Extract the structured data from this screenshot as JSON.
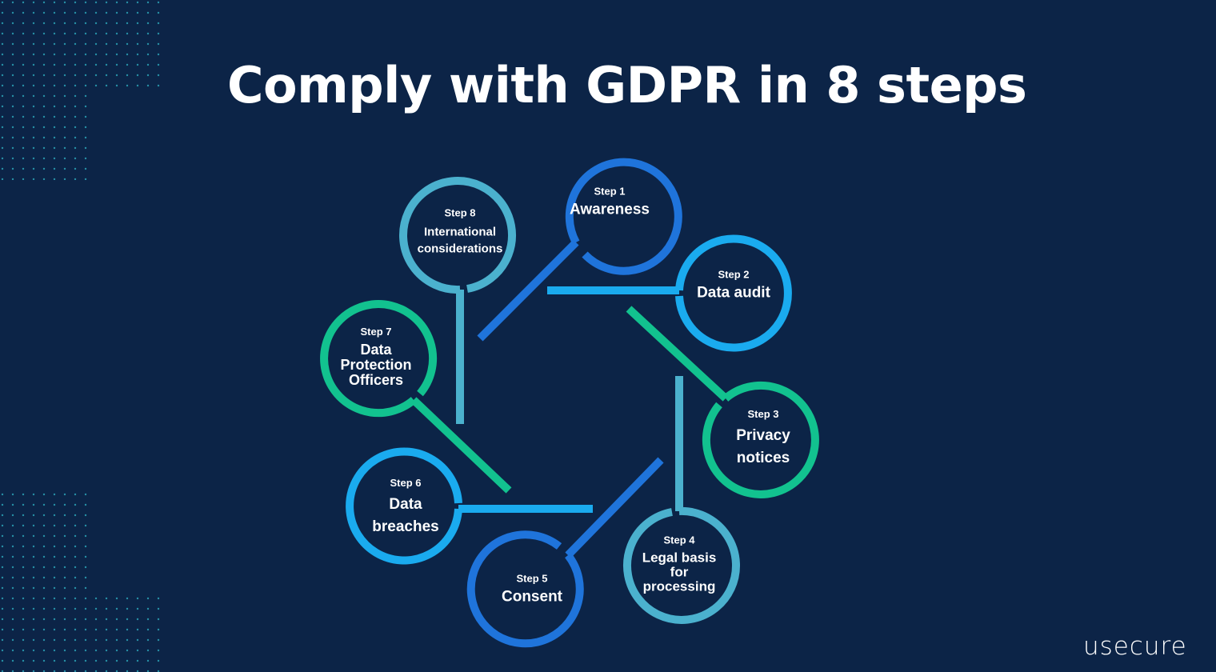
{
  "title": "Comply with GDPR in 8 steps",
  "steps": [
    {
      "num": "Step 1",
      "name": "Awareness",
      "color": "#1f74db"
    },
    {
      "num": "Step 2",
      "name": "Data audit",
      "color": "#1aabef"
    },
    {
      "num": "Step 3",
      "name": "Privacy notices",
      "color": "#12c28f"
    },
    {
      "num": "Step 4",
      "name": "Legal basis for processing",
      "color": "#4bb1ce"
    },
    {
      "num": "Step 5",
      "name": "Consent",
      "color": "#1f74db"
    },
    {
      "num": "Step 6",
      "name": "Data breaches",
      "color": "#1aabef"
    },
    {
      "num": "Step 7",
      "name": "Data Protection Officers",
      "color": "#12c28f"
    },
    {
      "num": "Step 8",
      "name": "International considerations",
      "color": "#4bb1ce"
    }
  ],
  "logo": "usecure",
  "colors": {
    "background": "#0c2447",
    "dots": "#2fb3c4"
  }
}
